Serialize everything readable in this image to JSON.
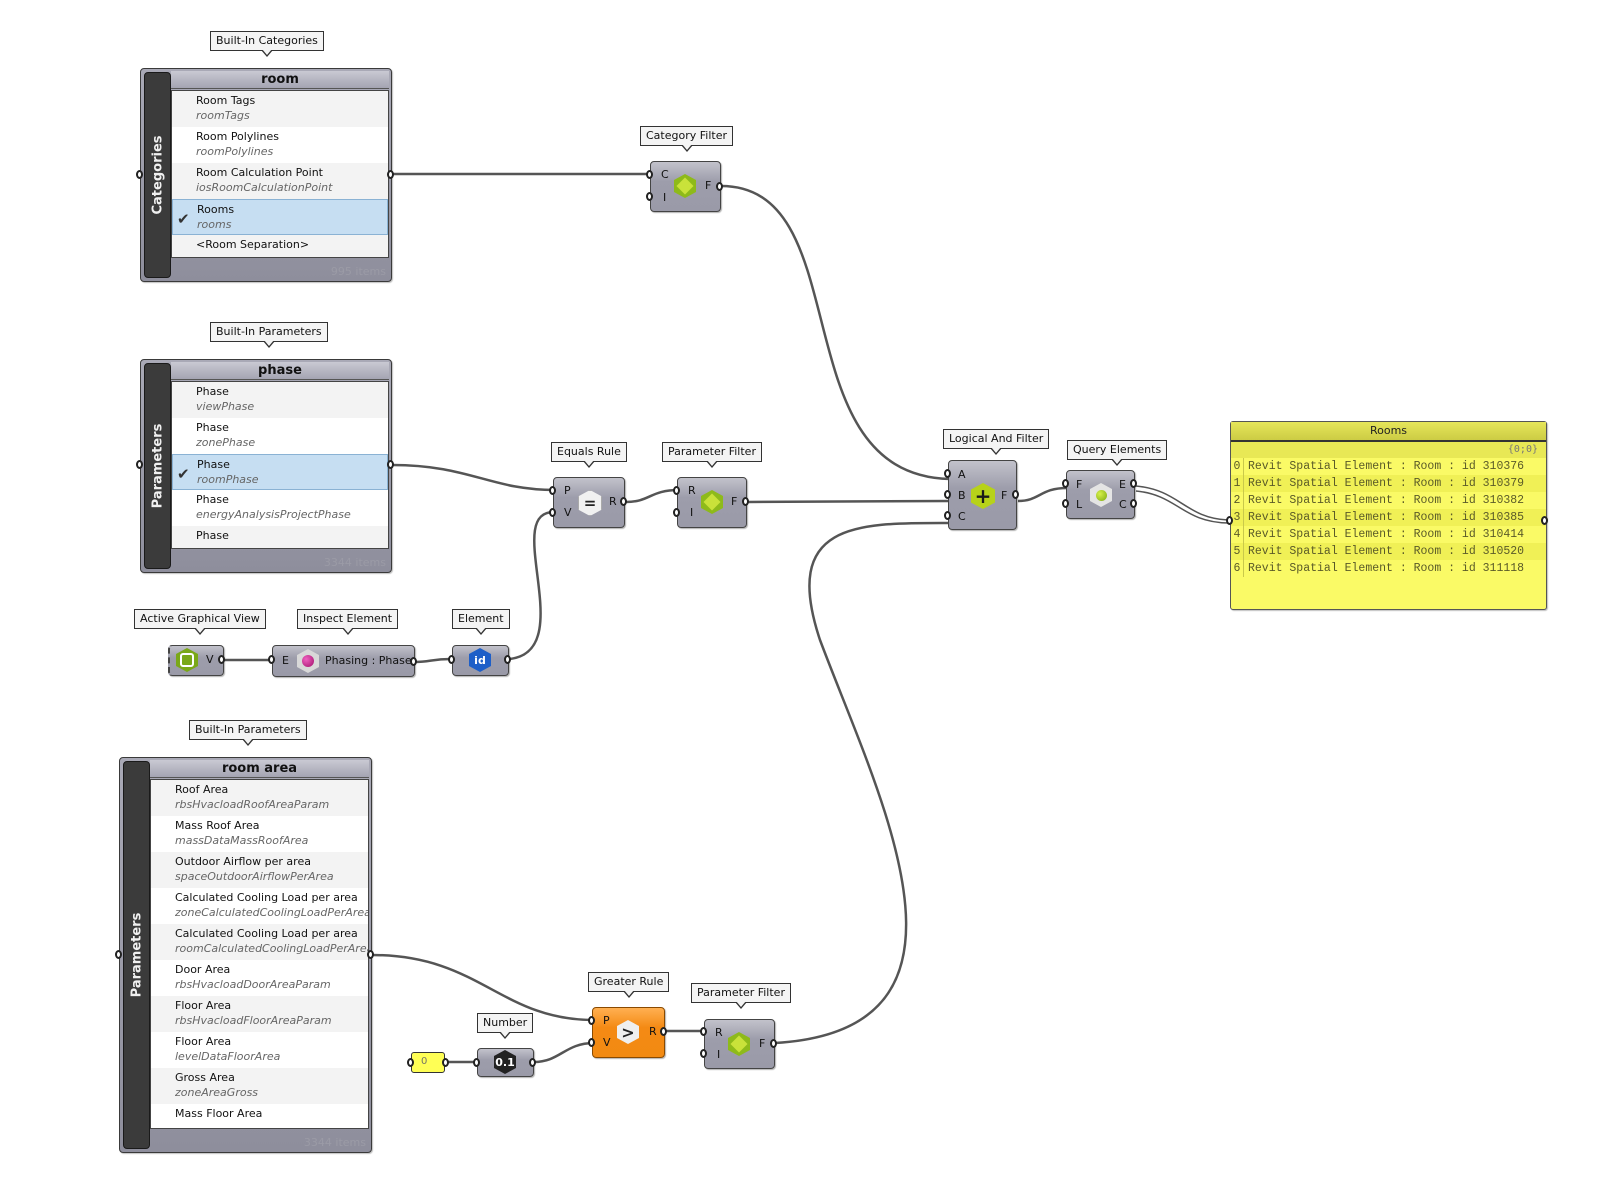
{
  "canvas": {
    "background": "#ffffff",
    "wire_color": "#555555"
  },
  "tooltips": {
    "builtin_categories": "Built-In Categories",
    "builtin_parameters_phase": "Built-In Parameters",
    "builtin_parameters_area": "Built-In Parameters",
    "category_filter": "Category Filter",
    "equals_rule": "Equals Rule",
    "parameter_filter_1": "Parameter Filter",
    "logical_and_filter": "Logical And Filter",
    "query_elements": "Query Elements",
    "active_graphical_view": "Active Graphical View",
    "inspect_element": "Inspect Element",
    "element": "Element",
    "number": "Number",
    "greater_rule": "Greater Rule",
    "parameter_filter_2": "Parameter Filter"
  },
  "categories_list": {
    "side_label": "Categories",
    "filter": "room",
    "count": "995 items",
    "items": [
      {
        "name": "Room Tags",
        "code": "roomTags",
        "selected": false
      },
      {
        "name": "Room Polylines",
        "code": "roomPolylines",
        "selected": false
      },
      {
        "name": "Room Calculation Point",
        "code": "iosRoomCalculationPoint",
        "selected": false
      },
      {
        "name": "Rooms",
        "code": "rooms",
        "selected": true
      },
      {
        "name": "<Room Separation>",
        "code": "",
        "selected": false
      }
    ]
  },
  "phase_list": {
    "side_label": "Parameters",
    "filter": "phase",
    "count": "3344 items",
    "items": [
      {
        "name": "Phase",
        "code": "viewPhase",
        "selected": false
      },
      {
        "name": "Phase",
        "code": "zonePhase",
        "selected": false
      },
      {
        "name": "Phase",
        "code": "roomPhase",
        "selected": true
      },
      {
        "name": "Phase",
        "code": "energyAnalysisProjectPhase",
        "selected": false
      },
      {
        "name": "Phase",
        "code": "",
        "selected": false
      }
    ]
  },
  "area_list": {
    "side_label": "Parameters",
    "filter": "room area",
    "count": "3344 items",
    "items": [
      {
        "name": "Roof Area",
        "code": "rbsHvacloadRoofAreaParam",
        "selected": false
      },
      {
        "name": "Mass Roof Area",
        "code": "massDataMassRoofArea",
        "selected": false
      },
      {
        "name": "Outdoor Airflow per area",
        "code": "spaceOutdoorAirflowPerArea",
        "selected": false
      },
      {
        "name": "Calculated Cooling Load per area",
        "code": "zoneCalculatedCoolingLoadPerArea",
        "selected": false
      },
      {
        "name": "Calculated Cooling Load per area",
        "code": "roomCalculatedCoolingLoadPerArea",
        "selected": false
      },
      {
        "name": "Door Area",
        "code": "rbsHvacloadDoorAreaParam",
        "selected": false
      },
      {
        "name": "Floor Area",
        "code": "rbsHvacloadFloorAreaParam",
        "selected": false
      },
      {
        "name": "Floor Area",
        "code": "levelDataFloorArea",
        "selected": false
      },
      {
        "name": "Gross Area",
        "code": "zoneAreaGross",
        "selected": false
      },
      {
        "name": "Mass Floor Area",
        "code": "",
        "selected": false
      }
    ]
  },
  "nodes": {
    "category_filter": {
      "inputs": [
        "C",
        "I"
      ],
      "outputs": [
        "F"
      ],
      "icon": "green-cube-icon"
    },
    "equals_rule": {
      "inputs": [
        "P",
        "V"
      ],
      "outputs": [
        "R"
      ],
      "symbol": "="
    },
    "parameter_filter_1": {
      "inputs": [
        "R",
        "I"
      ],
      "outputs": [
        "F"
      ],
      "icon": "green-cube-icon"
    },
    "logical_and": {
      "inputs": [
        "A",
        "B",
        "C"
      ],
      "outputs": [
        "F"
      ],
      "symbol": "+"
    },
    "query_elements": {
      "inputs": [
        "F",
        "L"
      ],
      "outputs": [
        "E",
        "C"
      ],
      "icon": "green-dot-icon"
    },
    "active_view": {
      "outputs": [
        "V"
      ],
      "icon": "view-icon"
    },
    "inspect_element": {
      "inputs": [
        "E"
      ],
      "text": "Phasing : Phase",
      "icon": "magenta-hex-icon"
    },
    "element": {
      "text": "id",
      "icon": "blue-id-icon"
    },
    "number": {
      "text": "0.1"
    },
    "number_input": {
      "value": "0"
    },
    "greater_rule": {
      "inputs": [
        "P",
        "V"
      ],
      "outputs": [
        "R"
      ],
      "symbol": ">",
      "color": "#f28a12"
    },
    "parameter_filter_2": {
      "inputs": [
        "R",
        "I"
      ],
      "outputs": [
        "F"
      ],
      "icon": "green-cube-icon"
    }
  },
  "rooms_panel": {
    "title": "Rooms",
    "path": "{0;0}",
    "rows": [
      {
        "index": "0",
        "text": "Revit Spatial Element : Room : id 310376"
      },
      {
        "index": "1",
        "text": "Revit Spatial Element : Room : id 310379"
      },
      {
        "index": "2",
        "text": "Revit Spatial Element : Room : id 310382"
      },
      {
        "index": "3",
        "text": "Revit Spatial Element : Room : id 310385"
      },
      {
        "index": "4",
        "text": "Revit Spatial Element : Room : id 310414"
      },
      {
        "index": "5",
        "text": "Revit Spatial Element : Room : id 310520"
      },
      {
        "index": "6",
        "text": "Revit Spatial Element : Room : id 311118"
      }
    ]
  }
}
